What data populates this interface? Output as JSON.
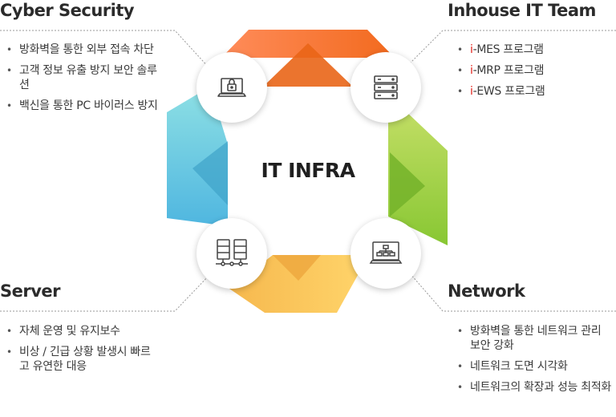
{
  "center": {
    "title": "IT INFRA"
  },
  "quadrants": {
    "cyber": {
      "title": "Cyber Security",
      "items": [
        "방화벽을 통한 외부 접속 차단",
        "고객 정보 유출 방지 보안 솔루션",
        "백신을 통한 PC 바이러스 방지"
      ]
    },
    "inhouse": {
      "title": "Inhouse IT Team",
      "items": [
        {
          "prefix": "i",
          "rest": "-MES 프로그램"
        },
        {
          "prefix": "i",
          "rest": "-MRP 프로그램"
        },
        {
          "prefix": "i",
          "rest": "-EWS 프로그램"
        }
      ]
    },
    "server": {
      "title": "Server",
      "items": [
        "자체 운영 및 유지보수",
        "비상 / 긴급 상황 발생시 빠르고 유연한 대응"
      ]
    },
    "network": {
      "title": "Network",
      "items": [
        "방화벽을 통한 네트워크 관리 보안 강화",
        "네트워크 도면 시각화",
        "네트워크의 확장과 성능 최적화"
      ]
    }
  },
  "icons": {
    "cyber": "laptop-lock-icon",
    "inhouse": "server-rack-icon",
    "server": "server-network-icon",
    "network": "monitor-network-icon"
  },
  "colors": {
    "top": "#f47a35",
    "right": "#9ccc3f",
    "bottom": "#f7c459",
    "left": "#56c2da",
    "accent": "#e2231a"
  }
}
